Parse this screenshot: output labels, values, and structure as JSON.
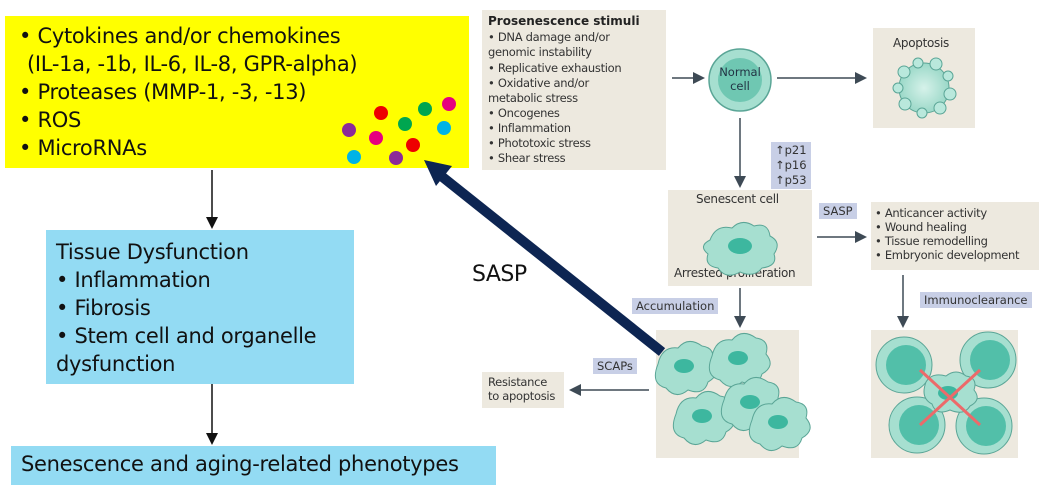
{
  "left_panel": {
    "sasp_factors": {
      "lines": [
        "• Cytokines and/or chemokines",
        "  (IL-1a, -1b, IL-6, IL-8, GPR-alpha)",
        "• Proteases (MMP-1, -3, -13)",
        "• ROS",
        "• MicroRNAs"
      ],
      "dot_colors": [
        "#e6007e",
        "#ee0000",
        "#00a650",
        "#00b3e6",
        "#8b2a99"
      ]
    },
    "tissue_dysfunction": {
      "lines": [
        "Tissue Dysfunction",
        " • Inflammation",
        " • Fibrosis",
        " • Stem cell and organelle",
        "dysfunction"
      ]
    },
    "phenotypes": "Senescence and aging-related phenotypes",
    "sasp_arrow_label": "SASP"
  },
  "right_panel": {
    "stimuli": {
      "title": "Prosenescence stimuli",
      "items": [
        "• DNA damage and/or",
        "  genomic instability",
        "• Replicative exhaustion",
        "• Oxidative and/or",
        "  metabolic stress",
        "• Oncogenes",
        "• Inflammation",
        "• Phototoxic stress",
        "• Shear stress"
      ]
    },
    "normal_cell": [
      "Normal",
      "cell"
    ],
    "apoptosis": "Apoptosis",
    "markers": [
      "↑p21",
      "↑p16",
      "↑p53"
    ],
    "senescent_cell": "Senescent cell",
    "arrested": "Arrested proliferation",
    "sasp_callout": "SASP",
    "outcomes": [
      "• Anticancer activity",
      "• Wound healing",
      "• Tissue remodelling",
      "• Embryonic development"
    ],
    "accumulation": "Accumulation",
    "immunoclearance": "Immunoclearance",
    "scaps": "SCAPs",
    "resistance": [
      "Resistance",
      "to apoptosis"
    ]
  },
  "colors": {
    "yellow": "#ffff00",
    "light_blue": "#93dbf3",
    "beige": "#ede9df",
    "callout": "#c8cfe6",
    "navy_arrow": "#0d2552",
    "cell_teal": "#9fdccd",
    "nucleus_teal": "#3db79f",
    "cross_red": "#ec6a6a"
  }
}
